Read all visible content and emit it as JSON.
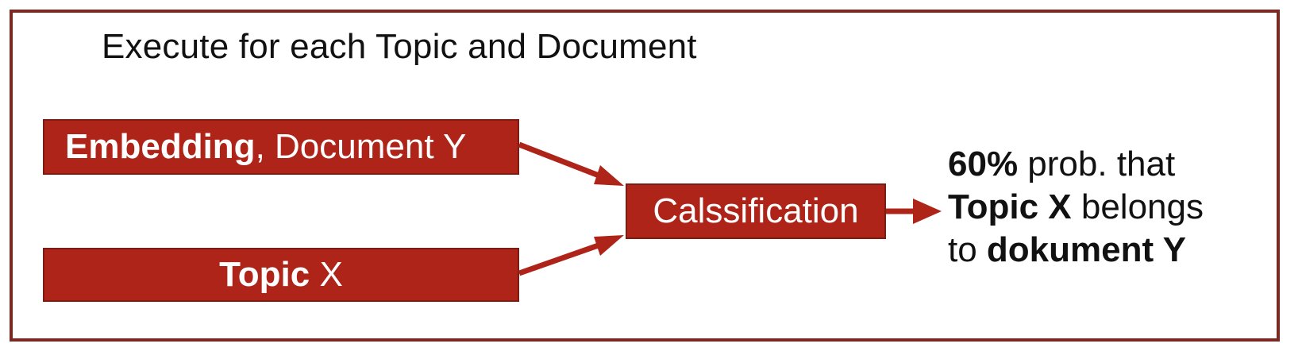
{
  "title": "Execute for each Topic and Document",
  "embedding_box": {
    "bold": "Embedding",
    "rest": ", Document Y"
  },
  "topic_box": {
    "bold": "Topic",
    "rest": " X"
  },
  "classification_box": {
    "label": "Calssification"
  },
  "result": {
    "line1_bold": "60%",
    "line1_rest": " prob. that",
    "line2_bold": "Topic X",
    "line2_rest": " belongs",
    "line3_rest": "to ",
    "line3_bold": "dokument Y"
  },
  "colors": {
    "box_fill": "#ae2418",
    "frame_border": "#7a2a22",
    "arrow": "#ae2418"
  }
}
